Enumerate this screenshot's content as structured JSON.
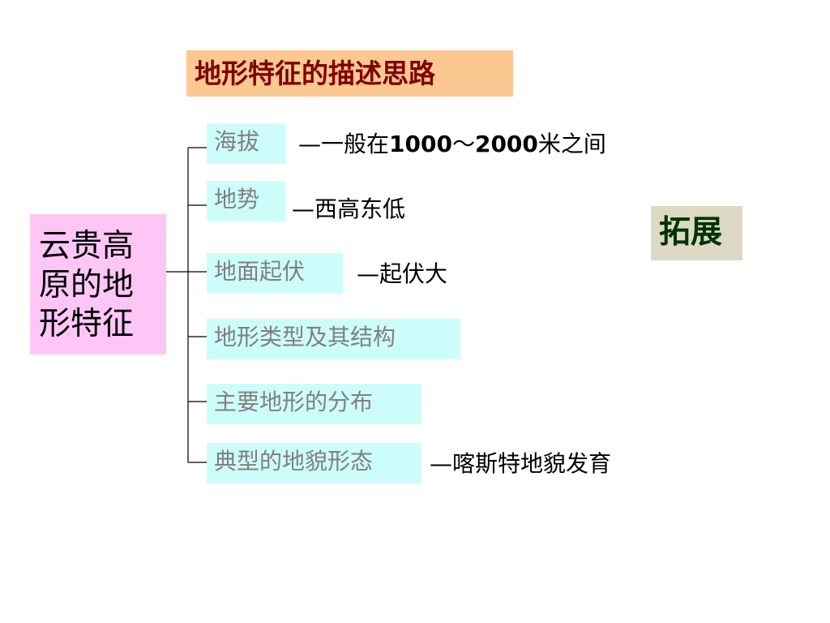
{
  "title": "地形特征的描述思路",
  "root": {
    "line1": "云贵高",
    "line2": "原的地",
    "line3": "形特征"
  },
  "branches": [
    {
      "label": "海拔",
      "desc": "—一般在1000～2000米之间"
    },
    {
      "label": "地势",
      "desc": "—西高东低"
    },
    {
      "label": "地面起伏",
      "desc": "—起伏大"
    },
    {
      "label": "地形类型及其结构",
      "desc": ""
    },
    {
      "label": "主要地形的分布",
      "desc": ""
    },
    {
      "label": "典型的地貌形态",
      "desc": "—喀斯特地貌发育"
    }
  ],
  "extend": "拓展",
  "colors": {
    "title_bg": "#fbc892",
    "title_text": "#800000",
    "root_bg": "#fdc6f6",
    "branch_bg": "#cdfdfb",
    "branch_text": "#808080",
    "extend_bg": "#dcd9c5",
    "extend_text": "#003300"
  }
}
